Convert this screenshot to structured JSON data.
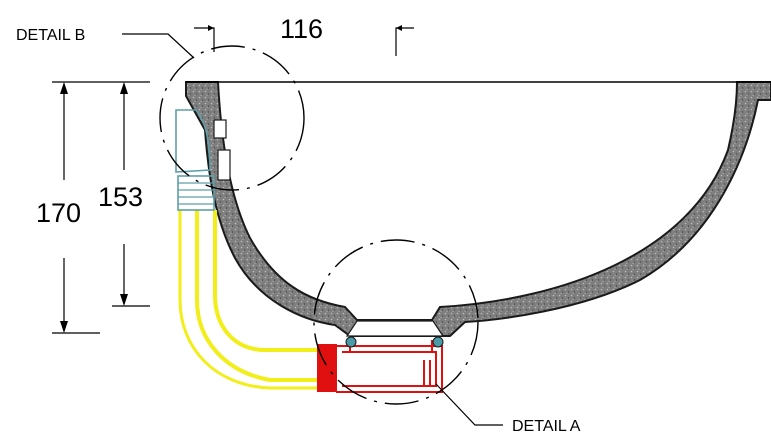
{
  "labels": {
    "detail_b": "DETAIL B",
    "detail_a": "DETAIL A",
    "dim_top": "116",
    "dim_outer_height": "170",
    "dim_inner_height": "153"
  },
  "colors": {
    "basin_fill": "#8a8a8a",
    "basin_edge": "#1a1a1a",
    "hose_yellow": "#f2ee1a",
    "drain_red": "#e01010",
    "overflow_blue": "#5f9ea8",
    "gasket_teal": "#4a9aa8"
  }
}
